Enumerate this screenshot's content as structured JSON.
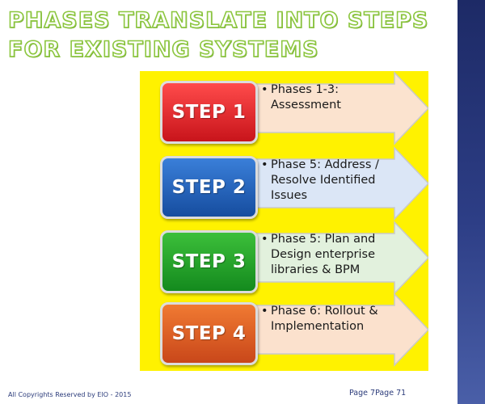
{
  "slide": {
    "title_line1": "Phases Translate into Steps",
    "title_line2": "For Existing Systems"
  },
  "colors": {
    "background": "#ffffff",
    "diagram_background": "#fff200",
    "title_fill": "#ffffff",
    "title_outline": "#8cc63f",
    "side_band": "#2d3e86"
  },
  "steps": [
    {
      "label": "STEP 1",
      "bullet": "•",
      "text": "Phases 1-3: Assessment",
      "box_color_top": "#ff4b4b",
      "box_color_bottom": "#c8141b",
      "arrow_color": "#fbe3cf"
    },
    {
      "label": "STEP 2",
      "bullet": "•",
      "text": "Phase 5: Address / Resolve Identified Issues",
      "box_color_top": "#3a7fd9",
      "box_color_bottom": "#164d9f",
      "arrow_color": "#dbe6f6"
    },
    {
      "label": "STEP 3",
      "bullet": "•",
      "text": "Phase 5: Plan and Design enterprise libraries & BPM",
      "box_color_top": "#3cbf3a",
      "box_color_bottom": "#148a1e",
      "arrow_color": "#e2f1dd"
    },
    {
      "label": "STEP 4",
      "bullet": "•",
      "text": "Phase 6: Rollout & Implementation",
      "box_color_top": "#f07a32",
      "box_color_bottom": "#c9471a",
      "arrow_color": "#fbe1cd"
    }
  ],
  "footer": {
    "copyright": "All Copyrights Reserved by EIO - 2015",
    "page": "Page 7Page 71"
  }
}
